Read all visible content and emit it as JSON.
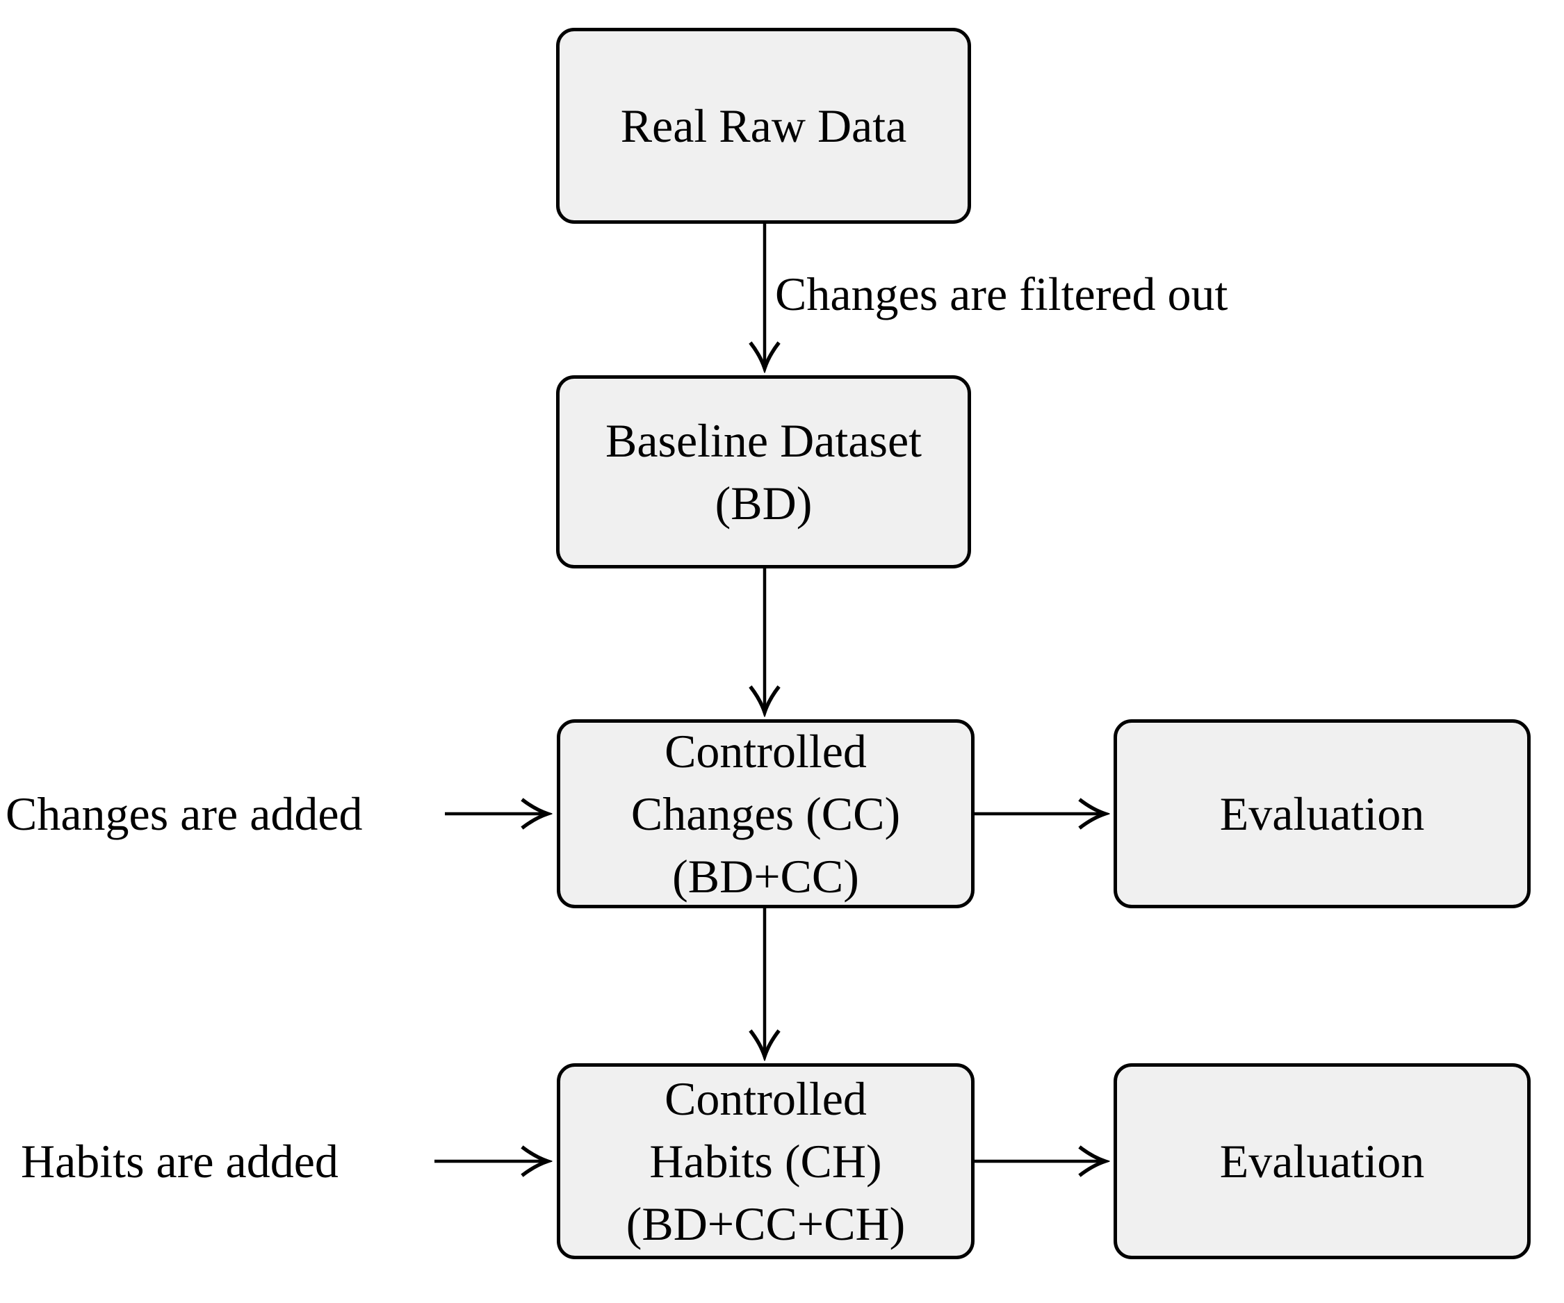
{
  "diagram": {
    "nodes": {
      "real_raw_data": {
        "label": "Real Raw Data"
      },
      "baseline_dataset": {
        "line1": "Baseline Dataset",
        "line2": "(BD)"
      },
      "controlled_changes": {
        "line1": "Controlled",
        "line2": "Changes (CC)",
        "line3": "(BD+CC)"
      },
      "evaluation_1": {
        "label": "Evaluation"
      },
      "controlled_habits": {
        "line1": "Controlled",
        "line2": "Habits (CH)",
        "line3": "(BD+CC+CH)"
      },
      "evaluation_2": {
        "label": "Evaluation"
      }
    },
    "edge_labels": {
      "filtered": "Changes are filtered out",
      "changes_added": "Changes are added",
      "habits_added": "Habits are added"
    },
    "colors": {
      "background": "#ffffff",
      "node_fill": "#f0f0f0",
      "node_border": "#000000",
      "text": "#000000"
    }
  }
}
